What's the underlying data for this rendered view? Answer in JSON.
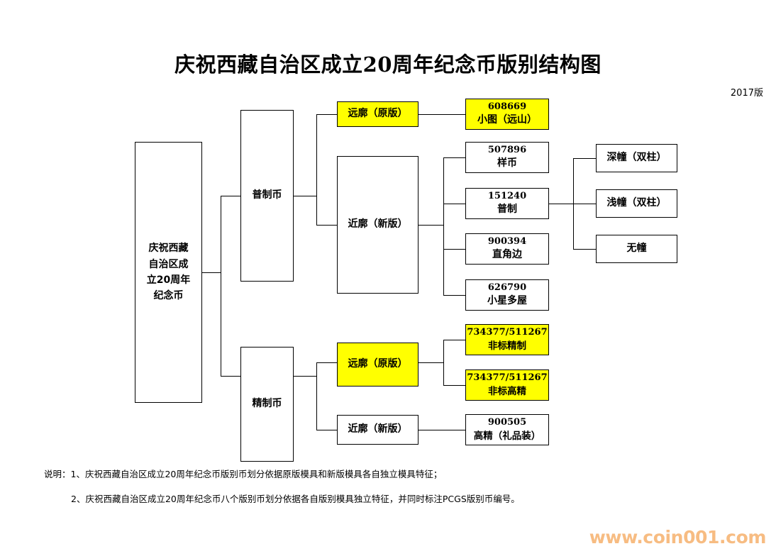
{
  "page": {
    "title": "庆祝西藏自治区成立20周年纪念币版别结构图",
    "version_label": "2017版",
    "watermark": "www.coin001.com",
    "background_color": "#ffffff",
    "highlight_color": "#ffff00",
    "line_color": "#000000",
    "watermark_color": "#f7bc82"
  },
  "nodes": {
    "root": {
      "line1": "庆祝西藏",
      "line2": "自治区成",
      "line3": "立20周年",
      "line4": "纪念币"
    },
    "level2": {
      "common": "普制币",
      "refined": "精制币"
    },
    "level3": {
      "common_far": "远廓（原版）",
      "common_near": "近廓（新版）",
      "refined_far": "远廓（原版）",
      "refined_near": "近廓（新版）"
    },
    "leaves": {
      "small_pic": {
        "code": "608669",
        "name": "小图（远山）",
        "highlight": "yellow"
      },
      "pattern": {
        "code": "507896",
        "name": "样币",
        "highlight": "none"
      },
      "standard": {
        "code": "151240",
        "name": "普制",
        "highlight": "none"
      },
      "right_angle": {
        "code": "900394",
        "name": "直角边",
        "highlight": "none"
      },
      "small_star": {
        "code": "626790",
        "name": "小星多屋",
        "highlight": "none"
      },
      "nonstd_refined": {
        "code": "734377/511267",
        "name": "非标精制",
        "highlight": "yellow"
      },
      "nonstd_high": {
        "code": "734377/511267",
        "name": "非标高精",
        "highlight": "yellow"
      },
      "high_gift": {
        "code": "900505",
        "name": "高精（礼品装）",
        "highlight": "none"
      }
    },
    "level5": {
      "deep": "深幢（双柱）",
      "light": "浅幢（双柱）",
      "none": "无幢"
    }
  },
  "notes": {
    "note1": "说明：1、庆祝西藏自治区成立20周年纪念币版别币划分依据原版模具和新版模具各自独立模具特征；",
    "note2": "2、庆祝西藏自治区成立20周年纪念币八个版别币划分依据各自版别模具独立特征，并同时标注PCGS版别币编号。"
  }
}
